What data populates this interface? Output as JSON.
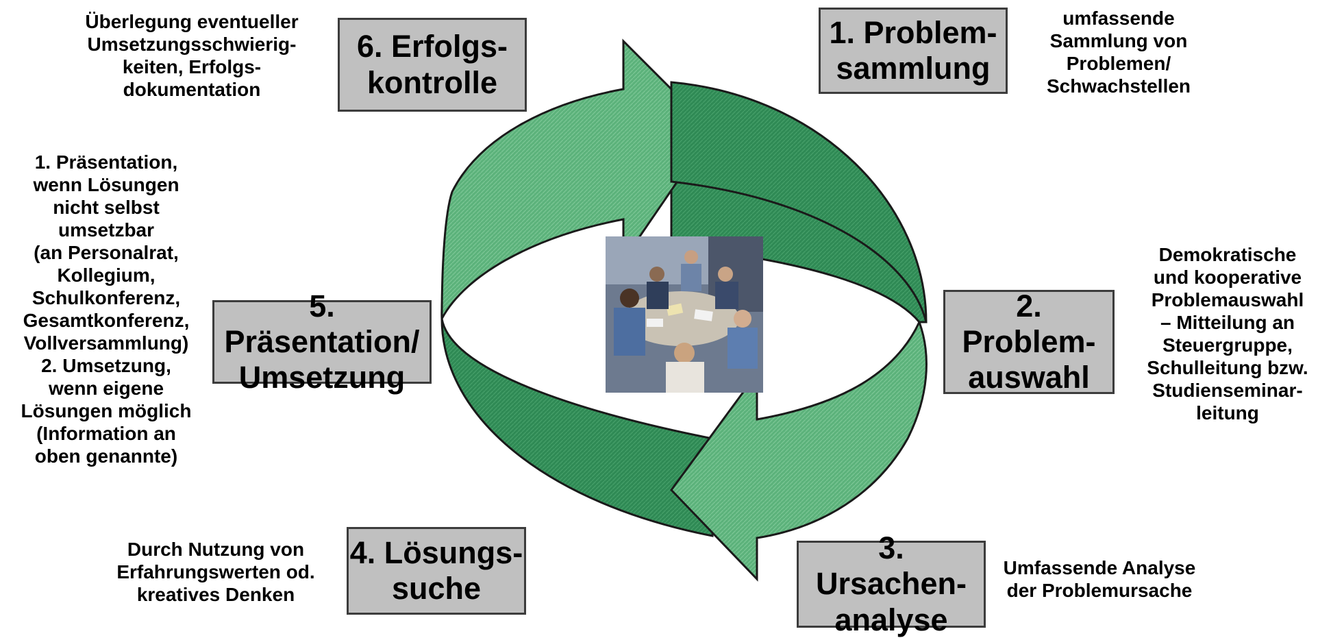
{
  "colors": {
    "box_fill": "#c0c0c0",
    "box_border": "#3c3c3c",
    "arrow_light": "#5cb27b",
    "arrow_dark": "#2f8a55",
    "arrow_outline": "#1a1a1a"
  },
  "steps": [
    {
      "label": "1. Problem-\nsammlung",
      "note": "umfassende\nSammlung von\nProblemen/\nSchwachstellen"
    },
    {
      "label": "2. Problem-\nauswahl",
      "note": "Demokratische\nund kooperative\nProblemauswahl\n– Mitteilung an\nSteuergruppe,\nSchulleitung bzw.\nStudienseminar-\nleitung"
    },
    {
      "label": "3. Ursachen-\nanalyse",
      "note": "Umfassende Analyse\nder Problemursache"
    },
    {
      "label": "4. Lösungs-\nsuche",
      "note": "Durch Nutzung von\nErfahrungswerten od.\nkreatives Denken"
    },
    {
      "label": "5. Präsentation/\nUmsetzung",
      "note": "1. Präsentation,\nwenn Lösungen\nnicht selbst\numsetzbar\n(an Personalrat,\nKollegium,\nSchulkonferenz,\nGesamtkonferenz,\nVollversammlung)\n2. Umsetzung,\nwenn eigene\nLösungen möglich\n(Information an\noben genannte)"
    },
    {
      "label": "6. Erfolgs-\nkontrolle",
      "note": "Überlegung eventueller\nUmsetzungsschwierig-\nkeiten, Erfolgs-\ndokumentation"
    }
  ],
  "center_image": {
    "icon": "team-meeting-photo"
  }
}
